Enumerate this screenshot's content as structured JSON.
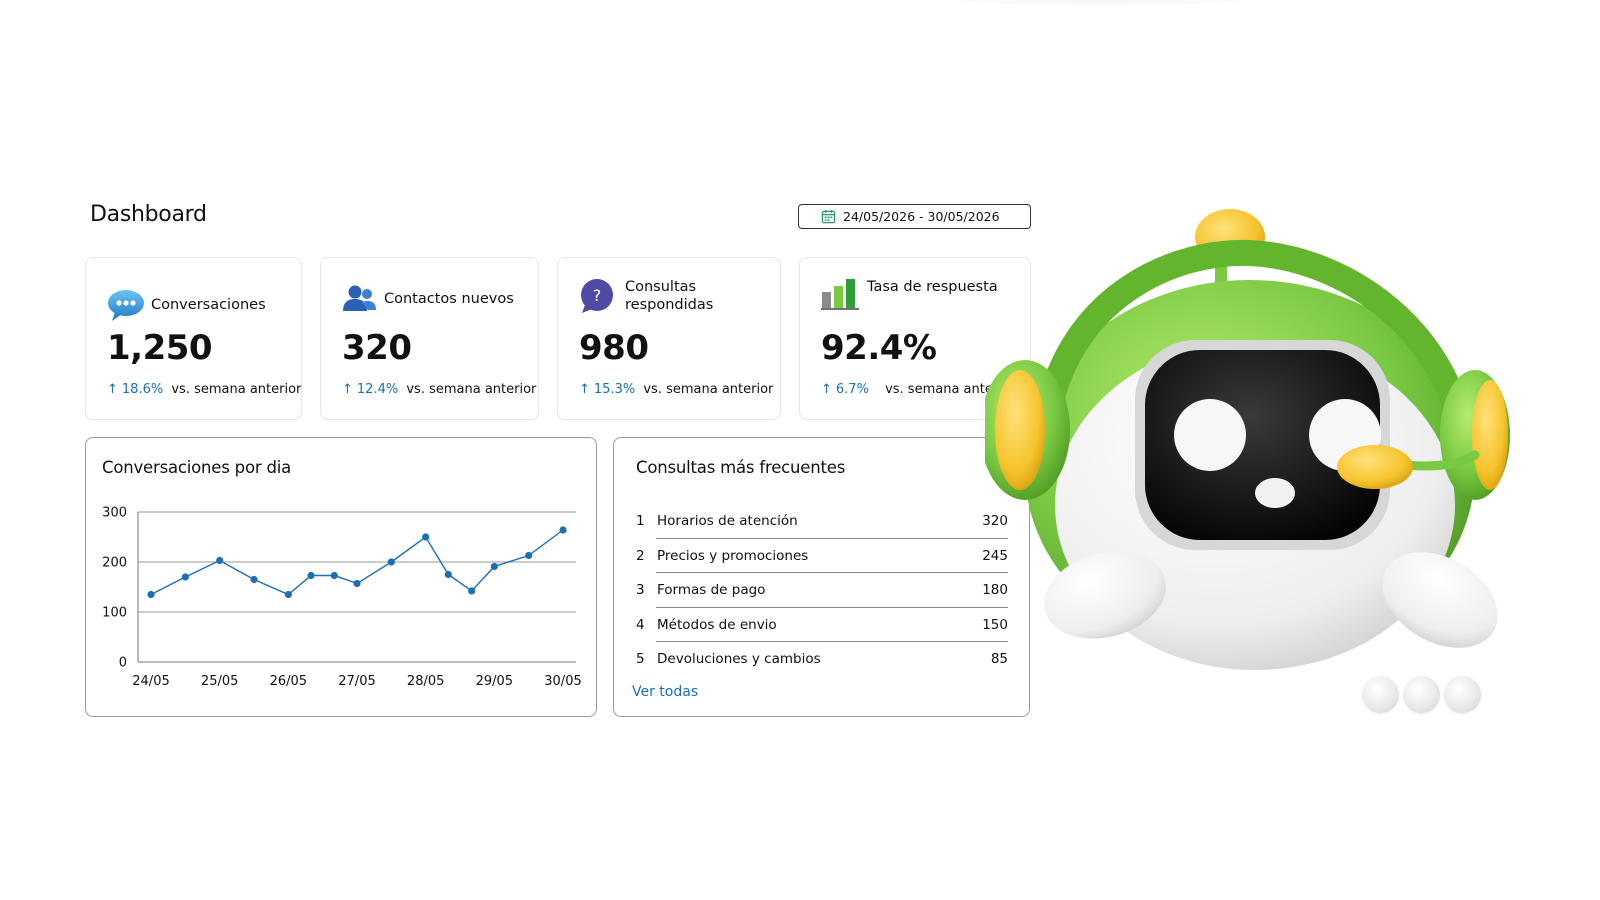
{
  "dashboard": {
    "title": "Dashboard",
    "date_range": "24/05/2026 - 30/05/2026",
    "stats": [
      {
        "label": "Conversaciones",
        "value": "1,250",
        "change": "18.6%",
        "compare": "vs. semana anterior",
        "icon": "chat-bubble-icon"
      },
      {
        "label": "Contactos nuevos",
        "value": "320",
        "change": "12.4%",
        "compare": "vs. semana anterior",
        "icon": "users-icon"
      },
      {
        "label": "Consultas respondidas",
        "value": "980",
        "change": "15.3%",
        "compare": "vs. semana anterior",
        "icon": "question-bubble-icon"
      },
      {
        "label": "Tasa de respuesta",
        "value": "92.4%",
        "change": "6.7%",
        "compare": "vs. semana anterior",
        "icon": "bar-chart-icon"
      }
    ],
    "faq": {
      "title": "Consultas más frecuentes",
      "items": [
        {
          "rank": "1",
          "topic": "Horarios de atención",
          "count": "320"
        },
        {
          "rank": "2",
          "topic": "Precios y promociones",
          "count": "245"
        },
        {
          "rank": "3",
          "topic": "Formas de pago",
          "count": "180"
        },
        {
          "rank": "4",
          "topic": "Métodos de envio",
          "count": "150"
        },
        {
          "rank": "5",
          "topic": "Devoluciones y cambios",
          "count": "85"
        }
      ],
      "see_all": "Ver todas"
    }
  },
  "colors": {
    "accent": "#1a6fb5",
    "robot_green": "#7ac943",
    "robot_yellow": "#f5c32c"
  },
  "chart_data": {
    "type": "line",
    "title": "Conversaciones por dia",
    "xlabel": "",
    "ylabel": "",
    "ylim": [
      0,
      300
    ],
    "yticks": [
      0,
      100,
      200,
      300
    ],
    "xtick_labels": [
      "24/05",
      "25/05",
      "26/05",
      "27/05",
      "28/05",
      "29/05",
      "30/05"
    ],
    "xlim": [
      0,
      6
    ],
    "grid": true,
    "series": [
      {
        "x": [
          0,
          0.5,
          1,
          1.5,
          2,
          2.33,
          2.67,
          3,
          3.5,
          4,
          4.33,
          4.67,
          5,
          5.5,
          6
        ],
        "values": [
          135,
          170,
          203,
          165,
          135,
          173,
          173,
          157,
          200,
          250,
          175,
          142,
          191,
          213,
          264
        ]
      }
    ]
  }
}
